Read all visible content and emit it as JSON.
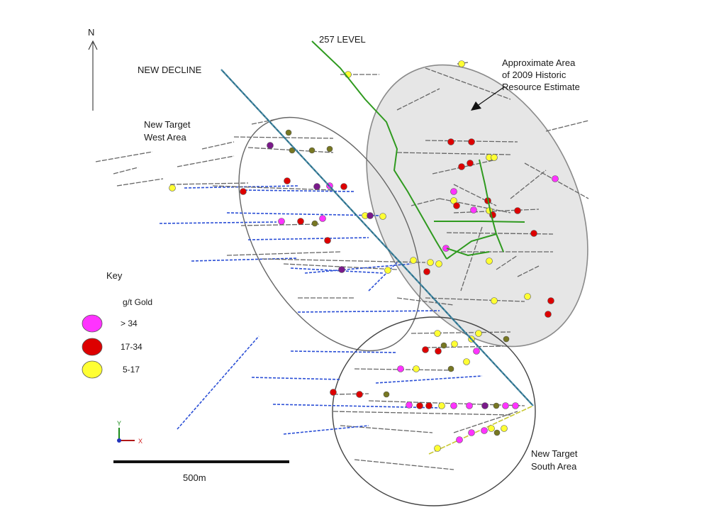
{
  "north_label": "N",
  "labels": {
    "level_257": "257 LEVEL",
    "new_decline": "NEW DECLINE",
    "historic_line1": "Approximate Area",
    "historic_line2": "of 2009 Historic",
    "historic_line3": "Resource Estimate",
    "west_line1": "New Target",
    "west_line2": "West Area",
    "south_line1": "New Target",
    "south_line2": "South Area"
  },
  "key": {
    "title": "Key",
    "unit": "g/t Gold",
    "items": [
      {
        "label": "> 34",
        "color": "#ff33ff"
      },
      {
        "label": "17-34",
        "color": "#dd0000"
      },
      {
        "label": "5-17",
        "color": "#ffff33"
      }
    ]
  },
  "scale_label": "500m",
  "axis": {
    "y": "Y",
    "x": "X"
  },
  "colors": {
    "decline": "#2a6f8a",
    "level": "#2f9a1f",
    "drill_hole": "#555555",
    "drill_blue": "#2b4fd6",
    "olive": "#777722",
    "purple": "#7a1a8a",
    "historic_fill": "#e6e6e6"
  }
}
